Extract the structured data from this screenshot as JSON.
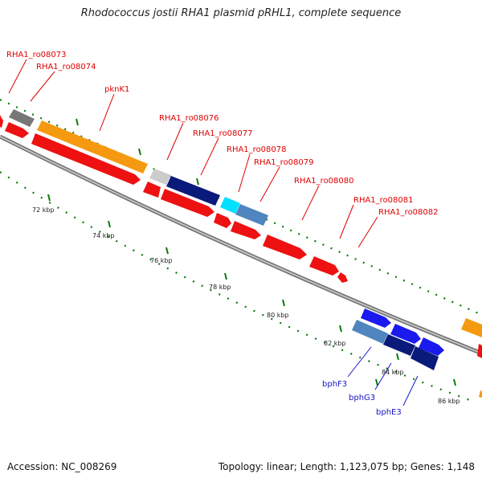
{
  "title": "Rhodococcus jostii RHA1 plasmid pRHL1, complete sequence",
  "footer": {
    "accession": "Accession: NC_008269",
    "topology": "Topology: linear; Length: 1,123,075 bp; Genes: 1,148"
  },
  "colors": {
    "red": "#ee1111",
    "orange": "#f59a10",
    "gray": "#777777",
    "lightgray": "#cccccc",
    "navy": "#0a1a7a",
    "blue": "#1a1aee",
    "steelblue": "#4f86c0",
    "cyan": "#00e0ff",
    "tick": "#0a7a0a",
    "backbone": "#888888"
  },
  "kbp_labels": [
    "72 kbp",
    "74 kbp",
    "76 kbp",
    "78 kbp",
    "80 kbp",
    "82 kbp",
    "84 kbp",
    "86 kbp"
  ],
  "gene_labels_red": [
    "RHA1_ro08073",
    "RHA1_ro08074",
    "pknK1",
    "RHA1_ro08076",
    "RHA1_ro08077",
    "RHA1_ro08078",
    "RHA1_ro08079",
    "RHA1_ro08080",
    "RHA1_ro08081",
    "RHA1_ro08082"
  ],
  "gene_labels_blue": [
    "bphF3",
    "bphG3",
    "bphE3"
  ]
}
